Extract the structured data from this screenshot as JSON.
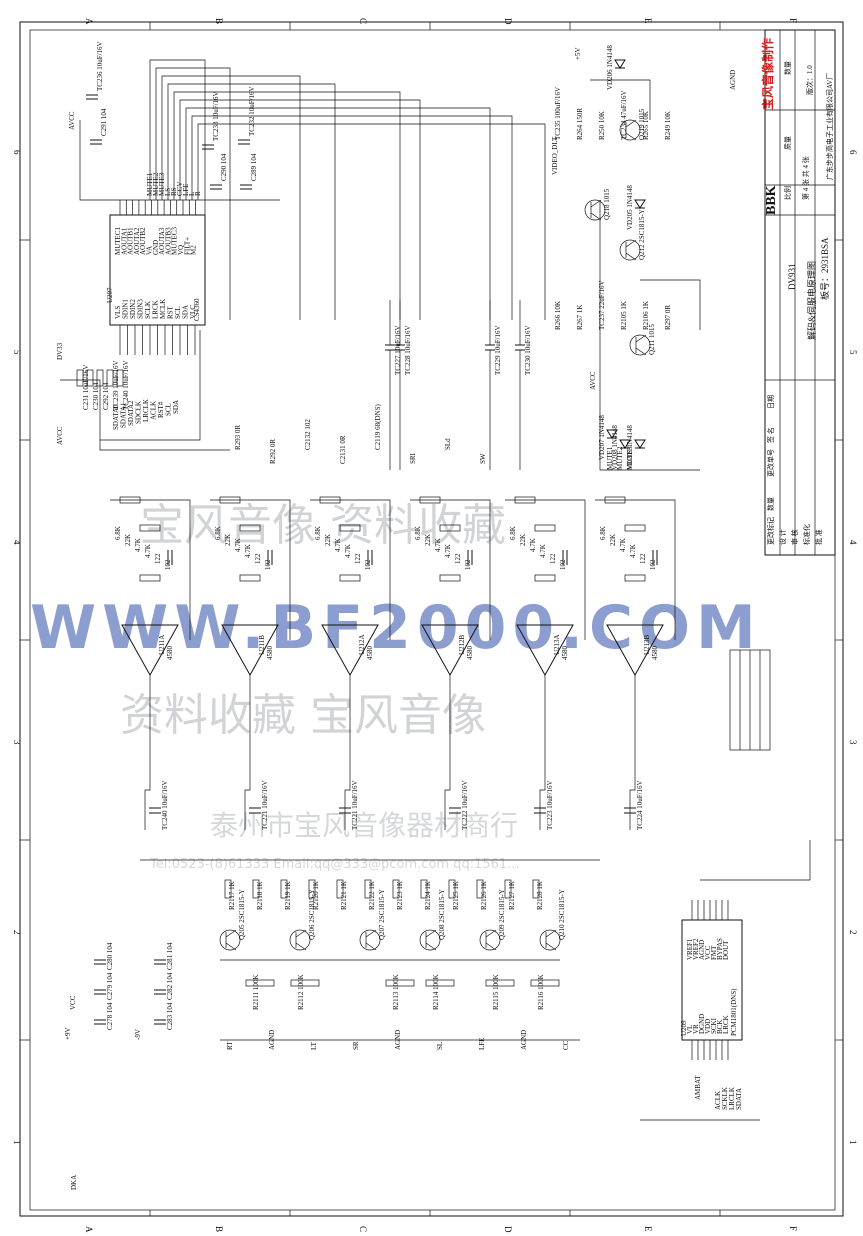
{
  "frame": {
    "col_letters": [
      "A",
      "B",
      "C",
      "D",
      "E",
      "F"
    ],
    "row_numbers": [
      "6",
      "5",
      "4",
      "3",
      "2",
      "1"
    ]
  },
  "title_block": {
    "brand": "BBK",
    "stamp": "宝风音像制作",
    "model": "DV931",
    "drawing_title": "解码&伺服电原理图",
    "board_no": "板号：2931BSA",
    "company": "广东步步高电子工业有限公司AV厂",
    "headers": {
      "quantity": "数量",
      "mass": "质量",
      "version": "版次：1.0"
    },
    "ratio": "比例",
    "sheet_info": "第 4 张   共 4 张",
    "rev_headers": [
      "更改标记",
      "数量",
      "更改单号",
      "签 名",
      "日期"
    ],
    "sign_rows": [
      "设 计",
      "审 核",
      "标准化",
      "批 准"
    ]
  },
  "watermarks": {
    "top": "宝风音像 资料收藏",
    "url": "WWW.BF2000.COM",
    "middle": "资料收藏 宝风音像",
    "shop": "泰州市宝风音像器材商行",
    "contact": "Tel:0523-(8)61333  Email:qq@333@pcom.com  qq:1561..."
  },
  "components": {
    "dac": {
      "ref": "U207",
      "part": "CS4360",
      "left_pins": [
        "VLS",
        "SDIN1",
        "SDIN2",
        "SDIN3",
        "SCLK",
        "LRCK",
        "MCLK",
        "RST",
        "SCL",
        "SDA",
        "VLC"
      ],
      "right_pins": [
        "MUTEC1",
        "AOUTA1",
        "AOUTB1",
        "AOUTA2",
        "AOUTB2",
        "VA",
        "GND",
        "AOUTA3",
        "AOUTB3",
        "MUTEC3",
        "VQ",
        "FILT+",
        "M2"
      ]
    },
    "adc": {
      "ref": "U209",
      "part": "PCM1801(DNS)",
      "left_pins": [
        "VL",
        "VR",
        "DGND",
        "VDD",
        "SCKI",
        "BCK",
        "LRCK"
      ],
      "right_pins": [
        "VREF1",
        "VREF2",
        "AGND",
        "VCC",
        "FMT",
        "BYPAS",
        "DOUT"
      ]
    },
    "opamps": [
      "U211A",
      "U211B",
      "U212A",
      "U212B",
      "U213A",
      "U213B"
    ],
    "opamp_part": "4580",
    "mute_transistors": [
      "Q205 2SC1815-Y",
      "Q206 2SC1815-Y",
      "Q207 2SC1815-Y",
      "Q208 2SC1815-Y",
      "Q209 2SC1815-Y",
      "Q210 2SC1815-Y"
    ],
    "power_transistors": [
      "Q218 1015",
      "Q219 1015",
      "Q212 2SC1815-Y",
      "Q211 1015"
    ],
    "caps_top": [
      "TC236 10uF/16V",
      "C291 104",
      "TC233 10uF/16V",
      "TC232 10uF/16V",
      "C290 104",
      "C289 104"
    ],
    "dac_caps": [
      "C231 10uF/16V",
      "C230 104",
      "C292 104",
      "TC239 10uF/16V",
      "TC240 10uF/16V"
    ],
    "coupling_caps": [
      "TC227 10uF/16V",
      "TC228 10uF/16V",
      "TC229 10uF/16V",
      "TC230 10uF/16V"
    ],
    "output_caps": [
      "TC240 10uF/16V",
      "TC221 10uF/16V",
      "TC221 10uF/16V",
      "TC222 10uF/16V",
      "TC223 10uF/16V",
      "TC224 10uF/16V"
    ],
    "output_resistors": [
      "R2111 100K",
      "R2112 100K",
      "R2113 100K",
      "R2114 100K",
      "R2115 100K",
      "R2116 100K"
    ],
    "base_resistors": [
      "R2117 1K",
      "R2118 1K",
      "R2119 1K",
      "R2120 1K",
      "R2121 1K",
      "R2122 1K",
      "R2123 1K",
      "R2124 1K",
      "R2125 1K",
      "R2126 1K",
      "R2127 1K",
      "R2128 1K"
    ],
    "filter_values": [
      "6.8K",
      "22K",
      "4.7K",
      "4.7K",
      "122",
      "102"
    ],
    "decouple_left": [
      "C280 104",
      "C279 104",
      "C278 104",
      "C281 104",
      "C282 104",
      "C283 104"
    ],
    "supply": [
      "+9V",
      "-9V",
      "+5V",
      "AVCC",
      "VCC",
      "AGND"
    ],
    "diodes": [
      "VD206 1N4148",
      "VD205 1N4148",
      "VD207 1N4148",
      "VD208 1N4148",
      "VD209 1N4148"
    ],
    "power_misc": [
      "TC235 100uF/16V",
      "R264 150R",
      "R250 10K",
      "TC234 47uF/16V",
      "R265 10K",
      "R249 10K",
      "R266 10K",
      "R267 1K",
      "TC237 22uF/16V",
      "R2105 1K",
      "R2106 1K",
      "R297 0R"
    ]
  },
  "nets": {
    "top_bus": [
      "MUTE1",
      "MUTE2",
      "MUTE3",
      "LS",
      "RS",
      "CCV",
      "LFE",
      "L",
      "R"
    ],
    "dac_inputs": [
      "SDATA0",
      "SDATA1",
      "SDATA2",
      "SDCLK",
      "LRCLK",
      "ACLK",
      "RST#",
      "SCL",
      "SDA"
    ],
    "outputs": [
      "RT",
      "AGND",
      "LT",
      "SR",
      "AGND",
      "SL",
      "LFE",
      "AGND",
      "CC"
    ],
    "right_signals": [
      "VIDEO_DLT",
      "MUTE1",
      "MUTE2",
      "MUTE3",
      "AMBAT",
      "DKA"
    ],
    "misc": [
      "DKA",
      "AVCC",
      "DV33",
      "R293 0R",
      "R292 0R",
      "C2132 102",
      "C2131 0R",
      "C2119 68(DNS)",
      "SRI",
      "SLd",
      "SW"
    ],
    "adc_side": [
      "ACLK",
      "SCKLK",
      "LRCLK",
      "SDATA"
    ]
  }
}
